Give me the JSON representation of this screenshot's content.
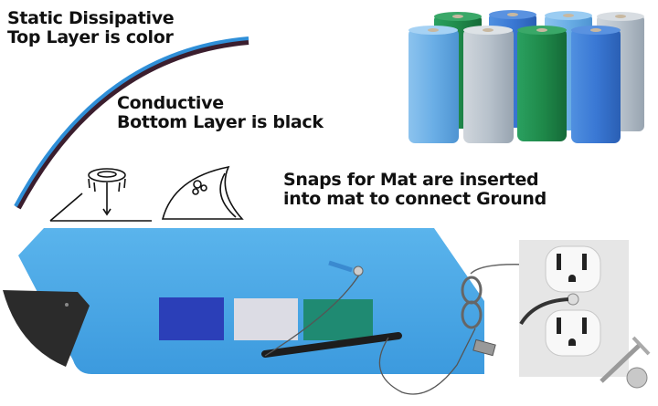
{
  "labels": {
    "top_layer_line1": "Static Dissipative",
    "top_layer_line2": "Top Layer is color",
    "bottom_layer_line1": "Conductive",
    "bottom_layer_line2": "Bottom Layer is black",
    "snaps_line1": "Snaps for Mat are inserted",
    "snaps_line2": "into mat to connect  Ground"
  },
  "colors": {
    "mat_blue": "#4aa6e6",
    "mat_back": "#2b2b2b",
    "swatch_blue": "#2b3fb8",
    "swatch_gray": "#dcdce4",
    "swatch_green": "#1f8a72",
    "roll_light_blue": "#6fb0e6",
    "roll_gray": "#b8c2cc",
    "roll_green": "#1f8a4a",
    "roll_blue": "#3a78d4"
  },
  "rolls": [
    {
      "color": "light-blue"
    },
    {
      "color": "gray"
    },
    {
      "color": "green"
    },
    {
      "color": "blue"
    },
    {
      "color": "green"
    },
    {
      "color": "blue"
    },
    {
      "color": "light-blue"
    },
    {
      "color": "gray"
    }
  ],
  "swatches": [
    "blue",
    "gray",
    "green"
  ]
}
